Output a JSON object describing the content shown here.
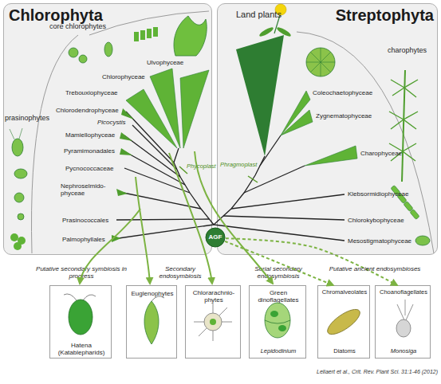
{
  "diagram": {
    "caption": "Leliaert et al., Crit. Rev. Plant Sci. 31:1-46 (2012)",
    "nodes": [
      {
        "text": [
          "Chlorophyta"
        ]
      },
      {
        "text": [
          "Streptophyta"
        ]
      },
      {
        "text": [
          "AGF"
        ]
      },
      {
        "text": [
          "Putative secondary symbiosis in progress",
          "Hatena (Katablepharids)"
        ]
      },
      {
        "text": [
          "Euglenophytes"
        ]
      },
      {
        "text": [
          "Chlorarachnio- phytes"
        ]
      },
      {
        "text": [
          "Serial secondary endosymbiosis",
          "Green dinoflagellates",
          "Lepidodinium"
        ]
      },
      {
        "text": [
          "Chromalveolates",
          "Diatoms"
        ]
      },
      {
        "text": [
          "Choanoflagellates",
          "Monosiga"
        ]
      }
    ],
    "edges": [
      {
        "from": 2,
        "to": 7,
        "arrow": "to"
      },
      {
        "from": 2,
        "to": 8,
        "arrow": "to"
      }
    ],
    "labels": [
      "core chlorophytes",
      "prasinophytes",
      "Ulvophyceae",
      "Chlorophyceae",
      "Trebouxiophyceae",
      "Chlorodendrophyceae",
      "Picocystis",
      "Mamiellophyceae",
      "Pyramimonadales",
      "Phycoplast",
      "Pycnococcaceae",
      "Nephroselmido- phyceae",
      "Prasinococcales",
      "Palmophyllales",
      "Land plants",
      "charophytes",
      "Coleochaetophyceae",
      "Zygnematophyceae",
      "Charophyceae",
      "Phragmoplast",
      "Klebsormidiophyceae",
      "Chlorokybophyceae",
      "Mesostigmatophyceae",
      "Secondary endosymbiosis",
      "Putative ancient endosymbioses"
    ]
  }
}
